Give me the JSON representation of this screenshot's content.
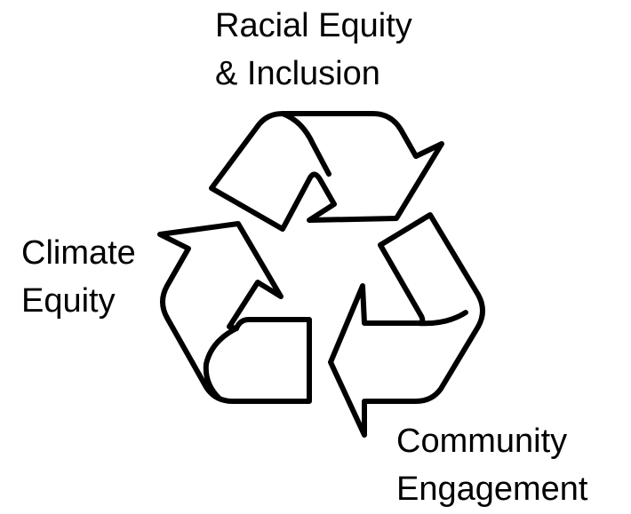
{
  "diagram": {
    "nodes": [
      {
        "id": "top",
        "lines": [
          "Racial Equity",
          "& Inclusion"
        ]
      },
      {
        "id": "left",
        "lines": [
          "Climate",
          "Equity"
        ]
      },
      {
        "id": "bottom",
        "lines": [
          "Community",
          "Engagement"
        ]
      }
    ],
    "cycle": [
      "top",
      "bottom",
      "left"
    ],
    "colors": {
      "stroke": "#000000",
      "fill": "#ffffff"
    }
  }
}
